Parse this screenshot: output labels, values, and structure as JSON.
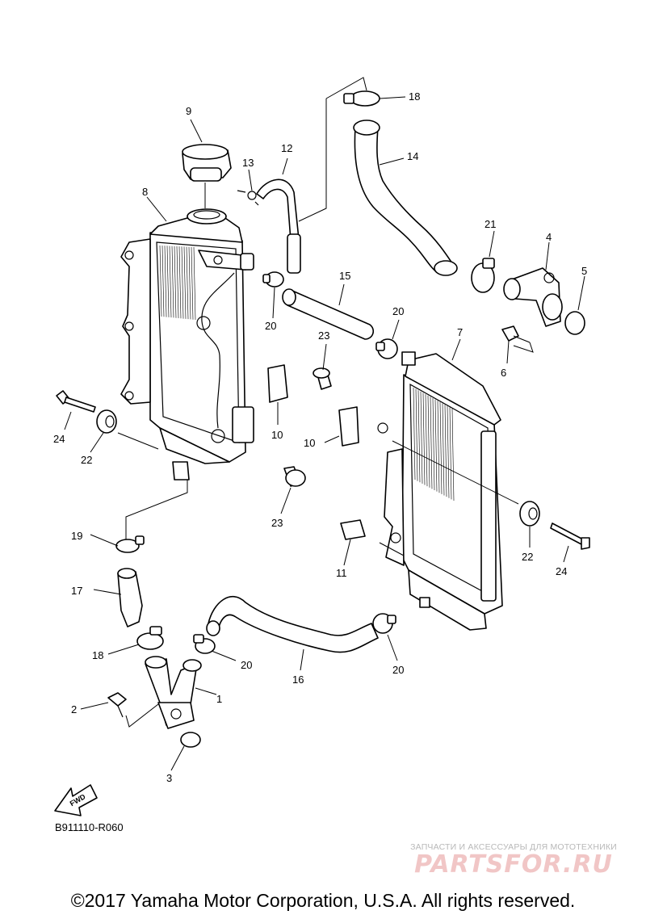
{
  "diagram": {
    "code": "B911110-R060",
    "fwd_label": "FWD",
    "callouts": [
      {
        "id": "c1",
        "label": "1"
      },
      {
        "id": "c2",
        "label": "2"
      },
      {
        "id": "c3",
        "label": "3"
      },
      {
        "id": "c4",
        "label": "4"
      },
      {
        "id": "c5",
        "label": "5"
      },
      {
        "id": "c6",
        "label": "6"
      },
      {
        "id": "c7",
        "label": "7"
      },
      {
        "id": "c8",
        "label": "8"
      },
      {
        "id": "c9",
        "label": "9"
      },
      {
        "id": "c10a",
        "label": "10"
      },
      {
        "id": "c10b",
        "label": "10"
      },
      {
        "id": "c11",
        "label": "11"
      },
      {
        "id": "c12",
        "label": "12"
      },
      {
        "id": "c13",
        "label": "13"
      },
      {
        "id": "c14",
        "label": "14"
      },
      {
        "id": "c15",
        "label": "15"
      },
      {
        "id": "c16",
        "label": "16"
      },
      {
        "id": "c17",
        "label": "17"
      },
      {
        "id": "c18a",
        "label": "18"
      },
      {
        "id": "c18b",
        "label": "18"
      },
      {
        "id": "c19",
        "label": "19"
      },
      {
        "id": "c20a",
        "label": "20"
      },
      {
        "id": "c20b",
        "label": "20"
      },
      {
        "id": "c20c",
        "label": "20"
      },
      {
        "id": "c20d",
        "label": "20"
      },
      {
        "id": "c21",
        "label": "21"
      },
      {
        "id": "c22a",
        "label": "22"
      },
      {
        "id": "c22b",
        "label": "22"
      },
      {
        "id": "c23a",
        "label": "23"
      },
      {
        "id": "c23b",
        "label": "23"
      },
      {
        "id": "c24a",
        "label": "24"
      },
      {
        "id": "c24b",
        "label": "24"
      }
    ]
  },
  "watermark": {
    "caption": "ЗАПЧАСТИ И АКСЕССУАРЫ ДЛЯ МОТОТЕХНИКИ",
    "logo": "PARTSFOR.RU"
  },
  "copyright": "©2017 Yamaha Motor Corporation, U.S.A. All rights reserved."
}
